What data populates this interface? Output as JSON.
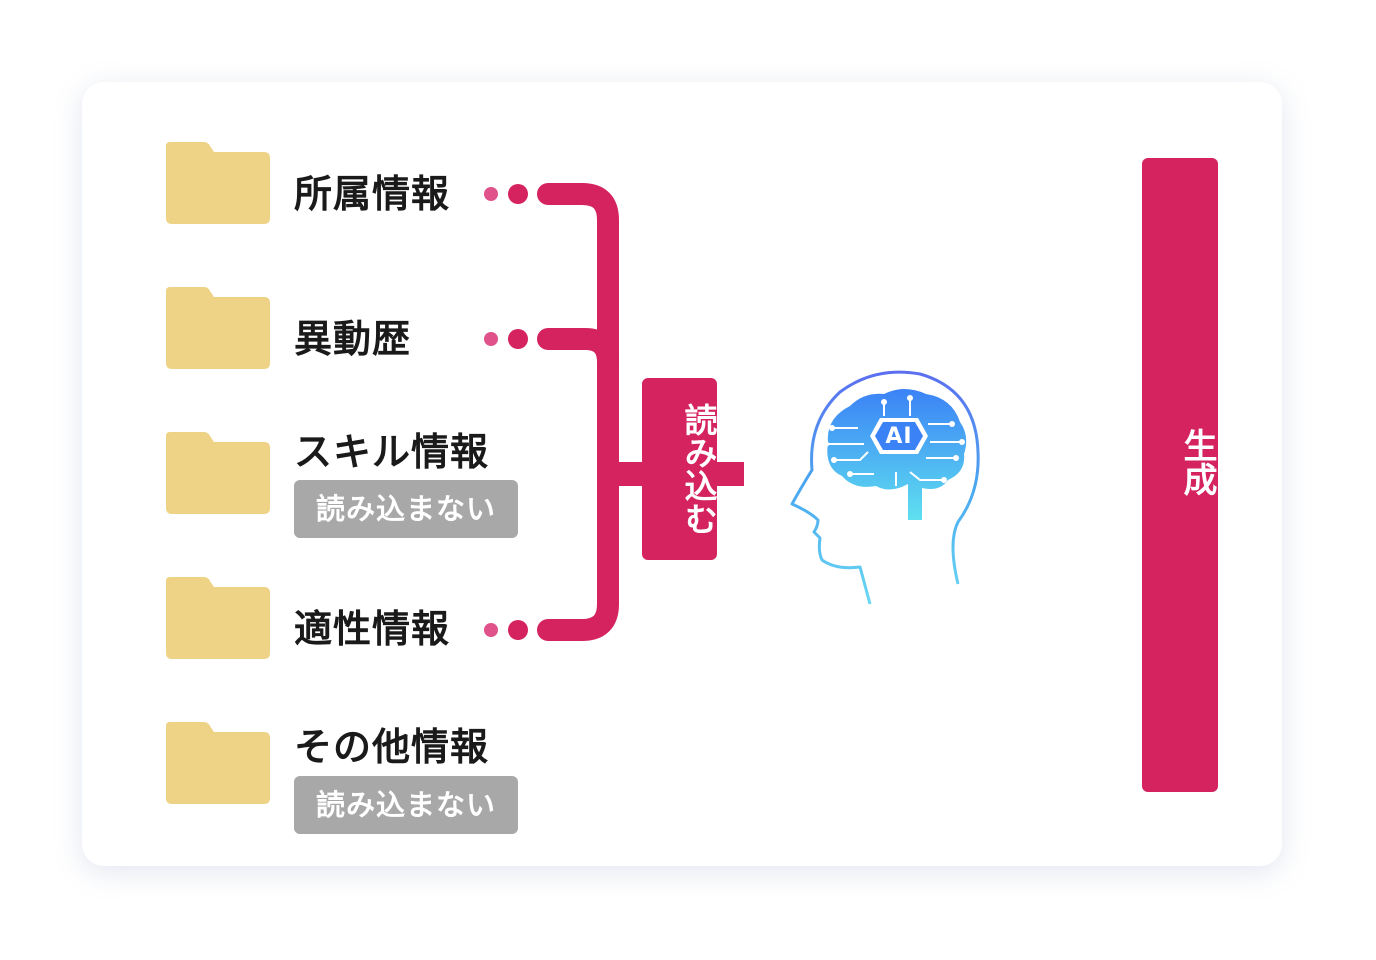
{
  "items": [
    {
      "label": "所属情報",
      "read": true
    },
    {
      "label": "異動歴",
      "read": true
    },
    {
      "label": "スキル情報",
      "read": false,
      "badge": "読み込まない"
    },
    {
      "label": "適性情報",
      "read": true
    },
    {
      "label": "その他情報",
      "read": false,
      "badge": "読み込まない"
    }
  ],
  "read_step": {
    "label": "読み込む"
  },
  "ai": {
    "label": "AI"
  },
  "generate_step": {
    "label": "生成"
  },
  "colors": {
    "accent": "#d4235f",
    "dot_light": "#e0528a",
    "folder": "#eed285",
    "badge_gray": "#a8a8a8",
    "ai_gradient_top": "#3b82f6",
    "ai_gradient_bottom": "#5fe0ef"
  },
  "icons": {
    "folder": "folder-icon",
    "ai_head": "ai-head-icon"
  }
}
